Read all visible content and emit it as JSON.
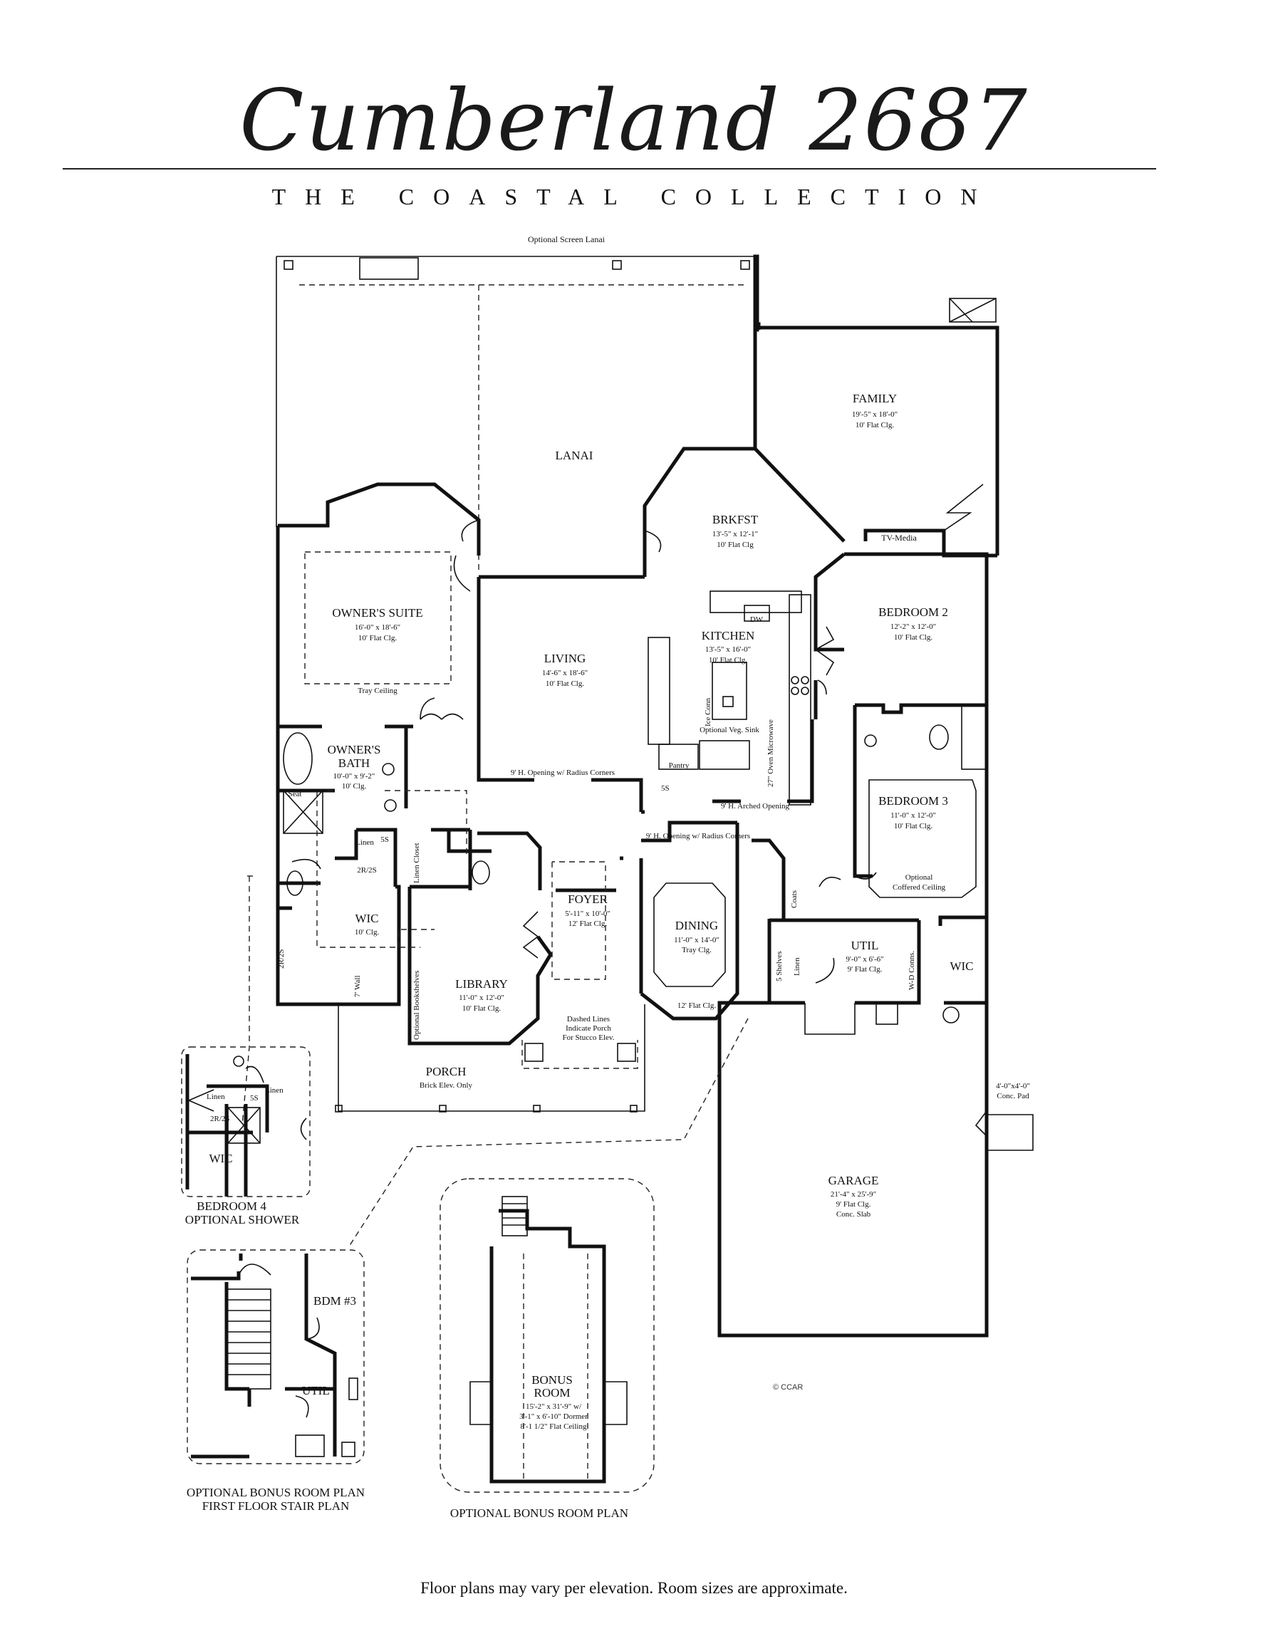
{
  "header": {
    "title": "Cumberland 2687",
    "subtitle": "THE COASTAL COLLECTION"
  },
  "rooms": {
    "family": {
      "name": "FAMILY",
      "size": "19'-5\" x 18'-0\"",
      "ceiling": "10' Flat Clg."
    },
    "lanai": {
      "name": "LANAI",
      "note": "Optional Screen Lanai"
    },
    "brkfst": {
      "name": "BRKFST",
      "size": "13'-5\" x 12'-1\"",
      "ceiling": "10' Flat Clg"
    },
    "tv_media": {
      "name": "TV-Media"
    },
    "bedroom2": {
      "name": "BEDROOM 2",
      "size": "12'-2\" x 12'-0\"",
      "ceiling": "10' Flat Clg."
    },
    "owners_suite": {
      "name": "OWNER'S SUITE",
      "size": "16'-0\" x 18'-6\"",
      "ceiling": "10' Flat Clg.",
      "note": "Tray Ceiling"
    },
    "living": {
      "name": "LIVING",
      "size": "14'-6\" x 18'-6\"",
      "ceiling": "10' Flat Clg.",
      "note": "9' H. Opening w/ Radius Corners"
    },
    "kitchen": {
      "name": "KITCHEN",
      "size": "13'-5\" x 16'-0\"",
      "ceiling": "10' Flat Clg.",
      "dw": "DW",
      "ice": "Ice Conn",
      "sink": "Optional Veg. Sink",
      "pantry": "Pantry",
      "ss": "5S",
      "oven": "27\" Oven Microwave",
      "arched": "9' H. Arched Opening"
    },
    "owners_bath": {
      "name1": "OWNER'S",
      "name2": "BATH",
      "size": "10'-0\" x 9'-2\"",
      "ceiling": "10' Clg.",
      "seat": "Seat"
    },
    "bedroom3": {
      "name": "BEDROOM 3",
      "size": "11'-0\" x 12'-0\"",
      "ceiling": "10' Flat Clg.",
      "note1": "Optional",
      "note2": "Coffered Ceiling"
    },
    "foyer": {
      "name": "FOYER",
      "size": "5'-11\" x 10'-0\"",
      "ceiling": "12' Flat Clg."
    },
    "dining": {
      "name": "DINING",
      "size": "11'-0\" x 14'-0\"",
      "ceiling": "Tray Clg.",
      "ceiling2": "12' Flat Clg.",
      "note": "9' H. Opening w/ Radius Corners"
    },
    "wic_main": {
      "name": "WIC",
      "ceiling": "10' Clg.",
      "wall": "7' Wall"
    },
    "linen": {
      "linen": "Linen",
      "ss": "5S",
      "rs": "2R/2S",
      "closet": "Linen Closet",
      "rs_side": "2R/2S"
    },
    "library": {
      "name": "LIBRARY",
      "size": "11'-0\" x 12'-0\"",
      "ceiling": "10' Flat Clg.",
      "shelves": "Optional Bookshelves"
    },
    "util": {
      "name": "UTIL",
      "size": "9'-0\" x 6'-6\"",
      "ceiling": "9' Flat Clg.",
      "coats": "Coats",
      "shelves": "5 Shelves",
      "linen": "Linen",
      "wd": "W-D Conns."
    },
    "wic2": {
      "name": "WIC"
    },
    "porch": {
      "name": "PORCH",
      "note": "Brick Elev. Only",
      "dashed1": "Dashed Lines",
      "dashed2": "Indicate Porch",
      "dashed3": "For Stucco Elev."
    },
    "garage": {
      "name": "GARAGE",
      "size": "21'-4\" x 25'-9\"",
      "ceiling": "9' Flat Clg.",
      "slab": "Conc. Slab",
      "pad1": "4'-0\"x4'-0\"",
      "pad2": "Conc. Pad"
    }
  },
  "insets": {
    "bedroom4": {
      "wic": "WIC",
      "linen1": "Linen",
      "linen2": "Linen",
      "ss": "5S",
      "rs": "2R/2S",
      "caption1": "BEDROOM 4",
      "caption2": "OPTIONAL SHOWER"
    },
    "stair": {
      "bdm": "BDM #3",
      "util": "UTIL",
      "caption1": "OPTIONAL BONUS ROOM PLAN",
      "caption2": "FIRST FLOOR STAIR PLAN"
    },
    "bonus": {
      "name1": "BONUS",
      "name2": "ROOM",
      "size1": "15'-2\" x 31'-9\" w/",
      "size2": "3'-1\" x 6'-10\" Dormer",
      "size3": "8'-1 1/2\" Flat Ceiling",
      "caption": "OPTIONAL BONUS ROOM PLAN"
    }
  },
  "footer": {
    "note": "Floor plans may vary per elevation. Room sizes are approximate."
  },
  "watermark": "© CCAR"
}
